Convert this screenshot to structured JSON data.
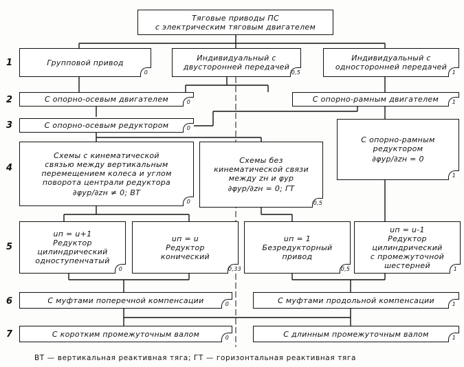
{
  "title": {
    "line1": "Тяговые приводы ПС",
    "line2": "с электрическим тяговым двигателем"
  },
  "rows": [
    "1",
    "2",
    "3",
    "4",
    "5",
    "6",
    "7"
  ],
  "boxes": {
    "group": {
      "text": "Групповой привод",
      "tag": "0"
    },
    "ind_two": {
      "text": "Индивидуальный с\nдвусторонней передачей",
      "tag": "0,5"
    },
    "ind_one": {
      "text": "Индивидуальный с\nодносторонней передачей",
      "tag": "1"
    },
    "axle_motor": {
      "text": "С опорно-осевым двигателем",
      "tag": "0"
    },
    "frame_motor": {
      "text": "С опорно-рамным двигателем",
      "tag": "1"
    },
    "axle_reducer": {
      "text": "С опорно-осевым редуктором",
      "tag": "0"
    },
    "frame_reducer": {
      "text": "С опорно-рамным\nредуктором",
      "formula": "∂φур/∂zн = 0",
      "tag": "1"
    },
    "kin_yes": {
      "text": "Схемы с кинематической\nсвязью между вертикальным\nперемещением колеса и углом\nповорота централи редуктора",
      "formula": "∂φур/∂zн ≠ 0; ВТ",
      "tag": "0"
    },
    "kin_no": {
      "text": "Схемы без\nкинематической связи\nмежду zн и φур",
      "formula": "∂φур/∂zн = 0; ГТ",
      "tag": "0,5"
    },
    "r_cyl1": {
      "text": "uп = u+1\nРедуктор\nцилиндрический\nодноступенчатый",
      "tag": "0"
    },
    "r_con": {
      "text": "uп = u\nРедуктор\nконический",
      "tag": "0,33"
    },
    "r_none": {
      "text": "uп = 1\nБезредукторный\nпривод",
      "tag": "0,5"
    },
    "r_cyl2": {
      "text": "uп = u-1\nРедуктор\nцилиндрический\nс промежуточной\nшестерней",
      "tag": "1"
    },
    "cross_comp": {
      "text": "С муфтами поперечной компенсации",
      "tag": "0"
    },
    "long_comp": {
      "text": "С муфтами продольной компенсации",
      "tag": "1"
    },
    "short_shaft": {
      "text": "С коротким промежуточным валом",
      "tag": "0"
    },
    "long_shaft": {
      "text": "С длинным промежуточным валом",
      "tag": "1"
    }
  },
  "footer": "ВТ — вертикальная реактивная тяга; ГТ — горизонтальная реактивная тяга"
}
